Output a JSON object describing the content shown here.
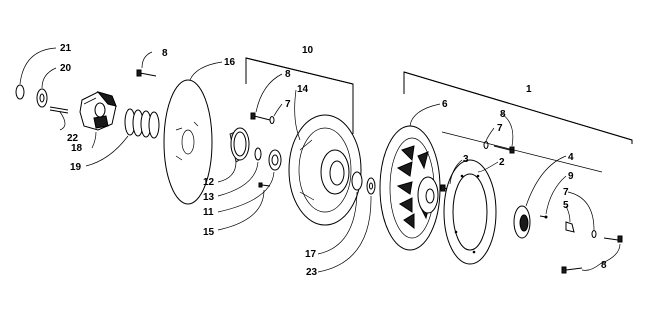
{
  "diagram": {
    "callouts": {
      "c1": "1",
      "c2": "2",
      "c3": "3",
      "c4": "4",
      "c5": "5",
      "c6": "6",
      "c7a": "7",
      "c7b": "7",
      "c7c": "7",
      "c8a": "8",
      "c8b": "8",
      "c8c": "8",
      "c8d": "8",
      "c9": "9",
      "c10": "10",
      "c11": "11",
      "c12": "12",
      "c13": "13",
      "c14": "14",
      "c15": "15",
      "c16": "16",
      "c17": "17",
      "c18": "18",
      "c19": "19",
      "c20": "20",
      "c21": "21",
      "c22": "22",
      "c23": "23"
    }
  }
}
